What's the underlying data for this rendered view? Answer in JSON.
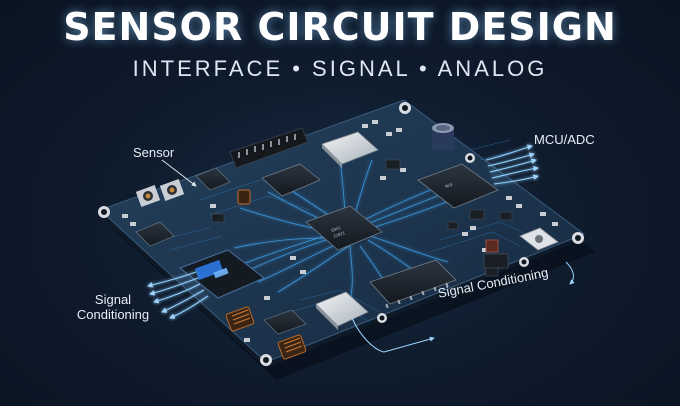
{
  "title": "SENSOR CIRCUIT DESIGN",
  "subtitle": "INTERFACE • SIGNAL • ANALOG",
  "labels": {
    "sensor": "Sensor",
    "mcu_adc": "MCU/ADC",
    "signal_left_line1": "Signal",
    "signal_left_line2": "Conditioning",
    "signal_right": "Signal Conditioning"
  },
  "colors": {
    "background": "#0f1c2e",
    "board": "#1d3147",
    "trace": "#4fb6ff",
    "text": "#ffffff"
  }
}
